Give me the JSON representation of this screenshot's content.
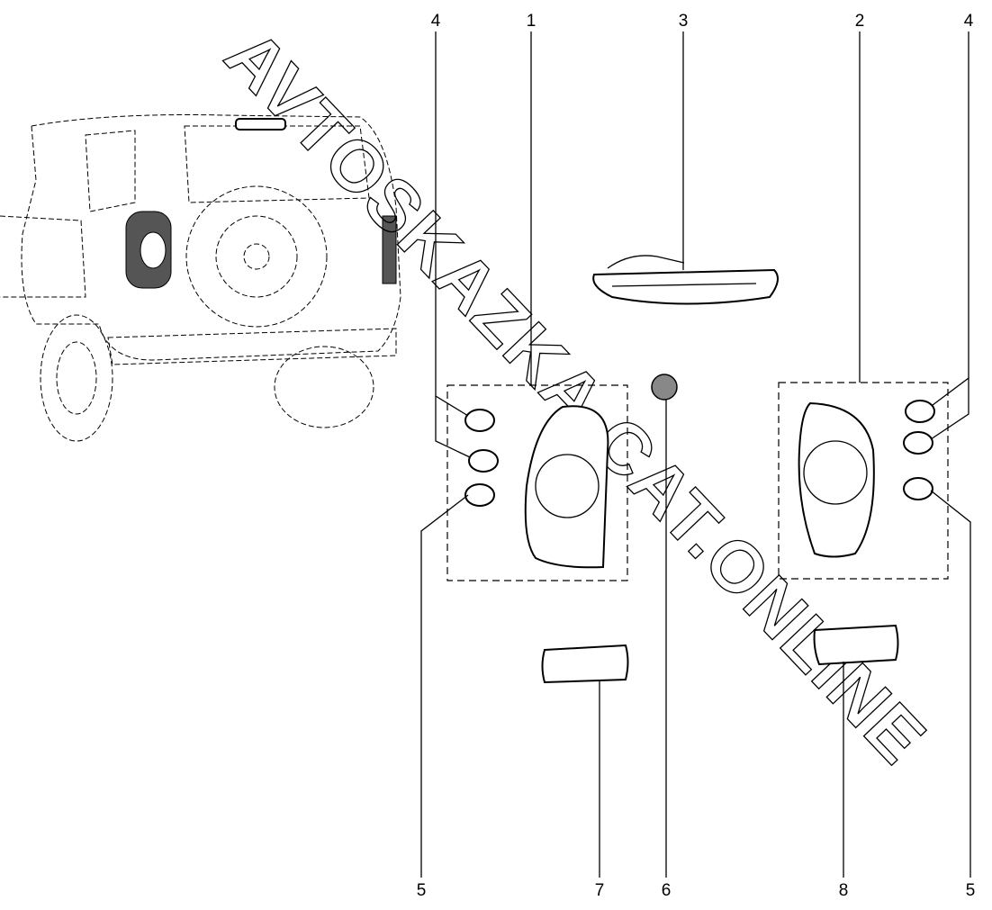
{
  "diagram": {
    "watermark": "AVTOSKAZKA.CAT.ONLINE",
    "callouts_top": [
      "4",
      "1",
      "3",
      "2",
      "4"
    ],
    "callouts_bottom": [
      "5",
      "7",
      "6",
      "8",
      "5"
    ]
  }
}
